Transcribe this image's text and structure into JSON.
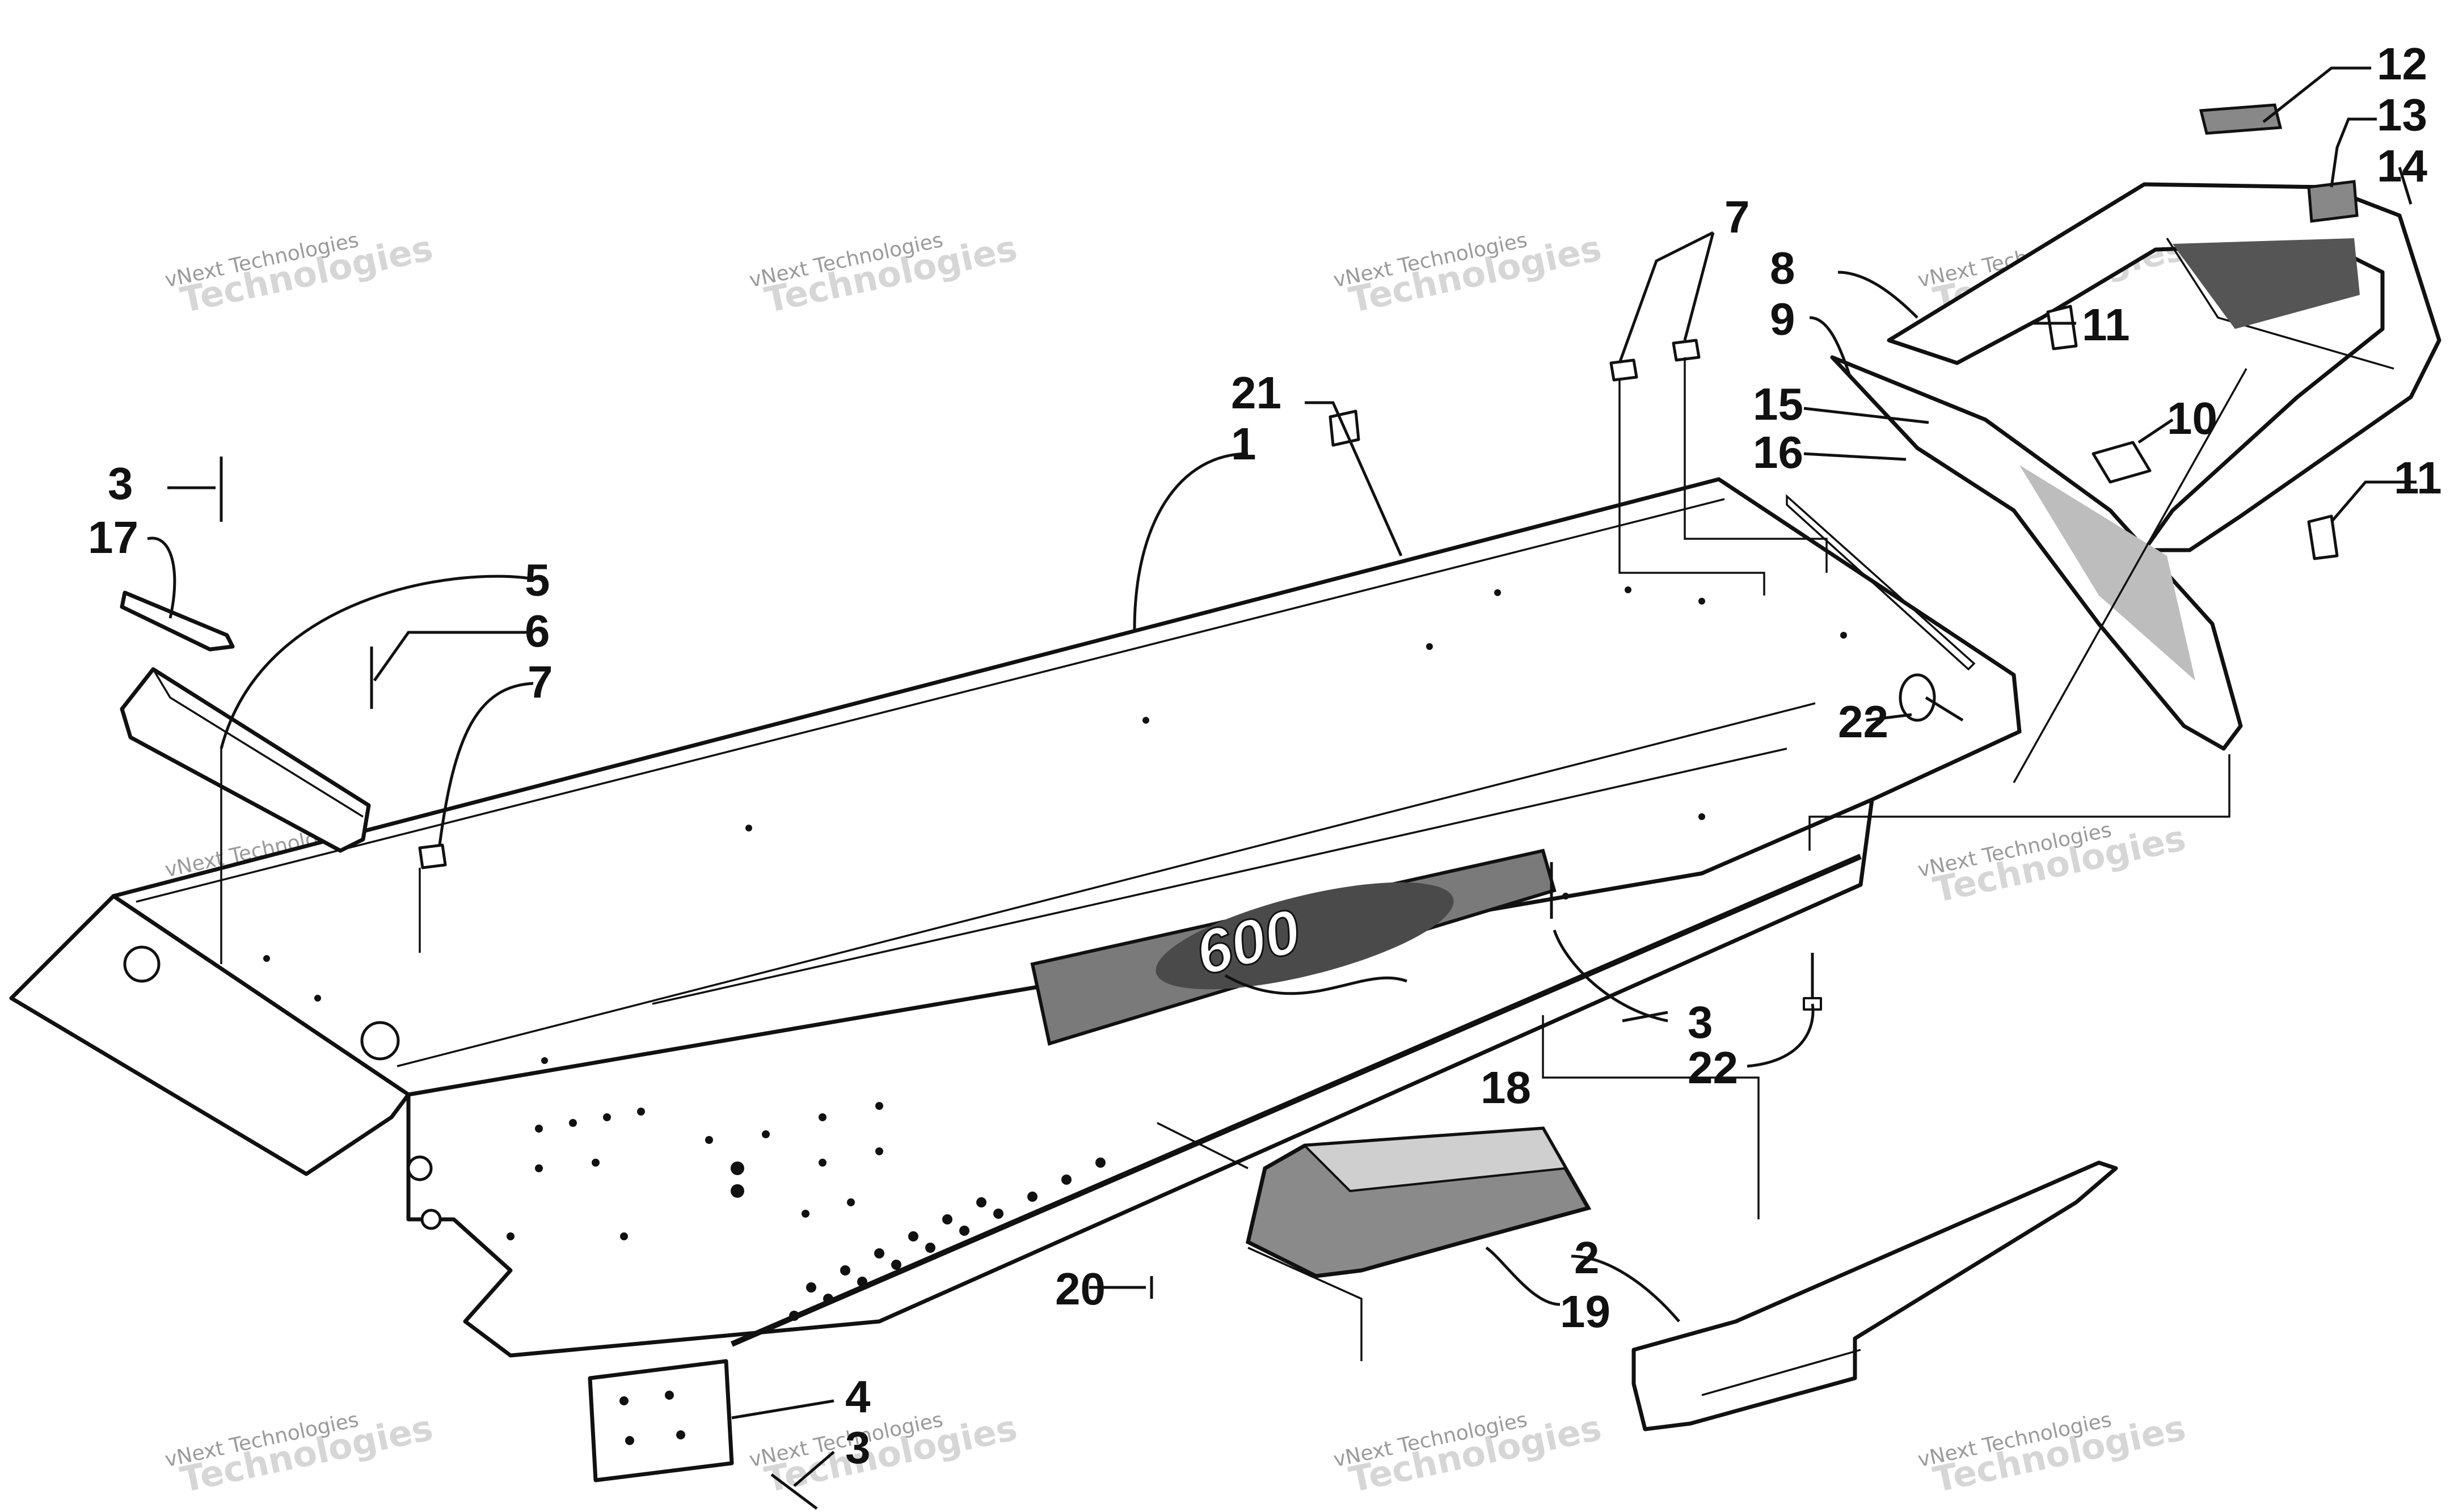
{
  "watermark": {
    "line1": "vNext Technologies",
    "line2": "Technologies"
  },
  "decal": {
    "text": "600"
  },
  "callouts": [
    {
      "id": "c1",
      "text": "1"
    },
    {
      "id": "c2",
      "text": "2"
    },
    {
      "id": "c3a",
      "text": "3"
    },
    {
      "id": "c3b",
      "text": "3"
    },
    {
      "id": "c3c",
      "text": "3"
    },
    {
      "id": "c4",
      "text": "4"
    },
    {
      "id": "c5",
      "text": "5"
    },
    {
      "id": "c6",
      "text": "6"
    },
    {
      "id": "c7a",
      "text": "7"
    },
    {
      "id": "c7b",
      "text": "7"
    },
    {
      "id": "c8",
      "text": "8"
    },
    {
      "id": "c9",
      "text": "9"
    },
    {
      "id": "c10",
      "text": "10"
    },
    {
      "id": "c11a",
      "text": "11"
    },
    {
      "id": "c11b",
      "text": "11"
    },
    {
      "id": "c12",
      "text": "12"
    },
    {
      "id": "c13",
      "text": "13"
    },
    {
      "id": "c14",
      "text": "14"
    },
    {
      "id": "c15",
      "text": "15"
    },
    {
      "id": "c16",
      "text": "16"
    },
    {
      "id": "c17",
      "text": "17"
    },
    {
      "id": "c18",
      "text": "18"
    },
    {
      "id": "c19",
      "text": "19"
    },
    {
      "id": "c20",
      "text": "20"
    },
    {
      "id": "c21",
      "text": "21"
    },
    {
      "id": "c22a",
      "text": "22"
    },
    {
      "id": "c22b",
      "text": "22"
    }
  ]
}
